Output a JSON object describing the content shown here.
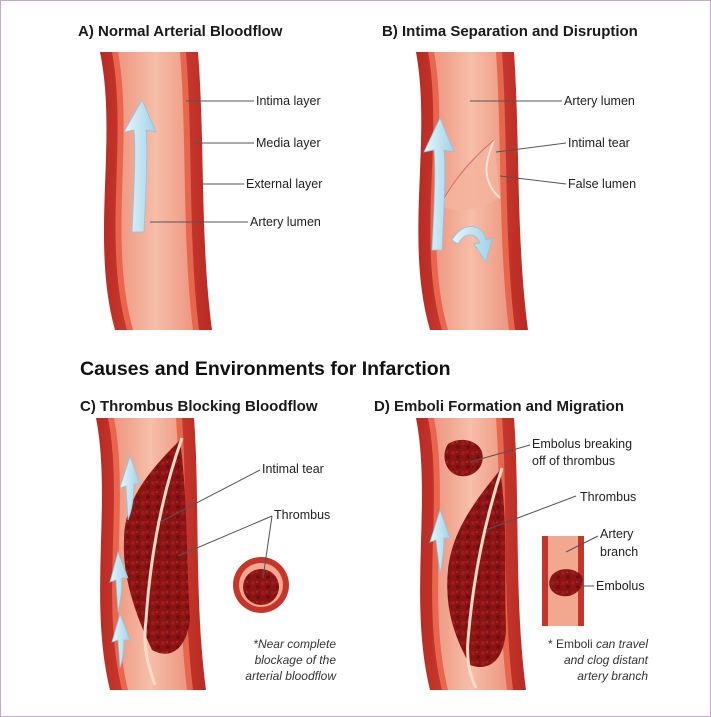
{
  "panels": {
    "a": {
      "title": "A) Normal Arterial Bloodflow",
      "labels": [
        "Intima layer",
        "Media layer",
        "External layer",
        "Artery lumen"
      ]
    },
    "b": {
      "title": "B) Intima Separation and Disruption",
      "labels": [
        "Artery lumen",
        "Intimal tear",
        "False lumen"
      ]
    },
    "section_heading": "Causes and Environments for Infarction",
    "c": {
      "title": "C) Thrombus Blocking Bloodflow",
      "labels": [
        "Intimal tear",
        "Thrombus"
      ],
      "note": [
        "*Near complete",
        "blockage of the",
        "arterial bloodflow"
      ]
    },
    "d": {
      "title": "D) Emboli Formation and Migration",
      "labels": {
        "embolus_breaking_1": "Embolus breaking",
        "embolus_breaking_2": "off of thrombus",
        "thrombus": "Thrombus",
        "artery_branch_1": "Artery",
        "artery_branch_2": "branch",
        "embolus": "Embolus"
      },
      "note": {
        "line1_prefix": "* Emboli ",
        "line1_rest": "can travel",
        "line2": "and clog distant",
        "line3": "artery branch"
      }
    }
  },
  "colors": {
    "wall_outer": "#c7352a",
    "wall_highlight": "#e8604c",
    "lumen": "#f2a88e",
    "lumen_light": "#f6c1aa",
    "thrombus": "#8c1515",
    "arrow": "#bfe3f2",
    "frame": "#c9a6cf"
  }
}
